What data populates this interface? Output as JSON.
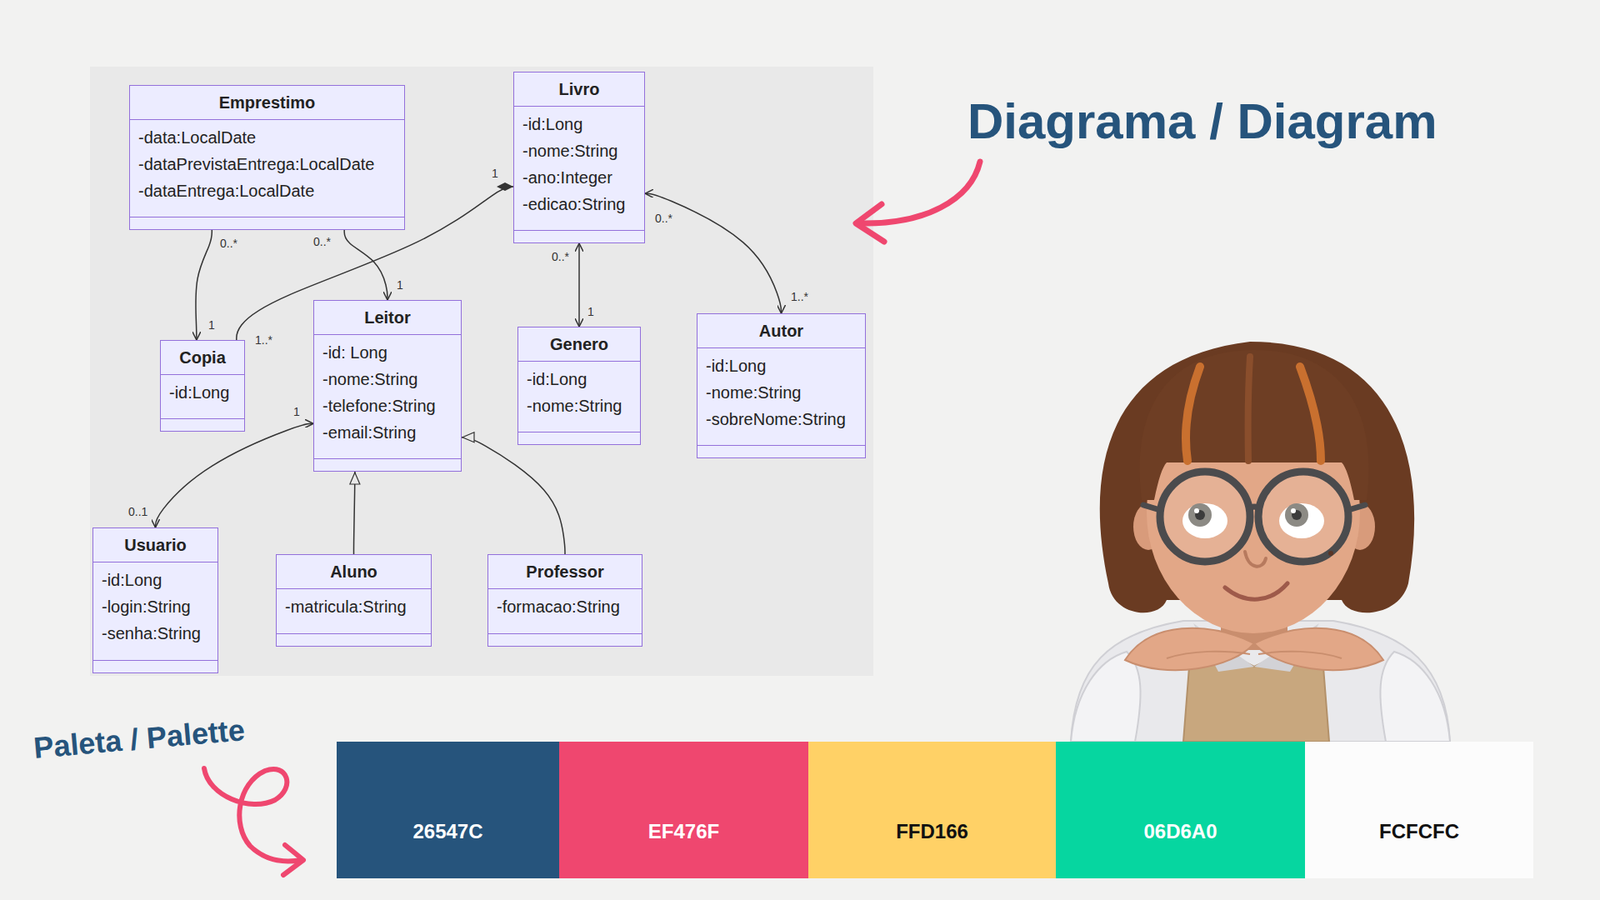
{
  "diagram": {
    "title": "Diagrama / Diagram",
    "nodes": [
      {
        "text": [
          "Emprestimo",
          "-data:LocalDate",
          "-dataPrevistaEntrega:LocalDate",
          "-dataEntrega:LocalDate"
        ]
      },
      {
        "text": [
          "Livro",
          "-id:Long",
          "-nome:String",
          "-ano:Integer",
          "-edicao:String"
        ]
      },
      {
        "text": [
          "Copia",
          "-id:Long"
        ]
      },
      {
        "text": [
          "Leitor",
          "-id: Long",
          "-nome:String",
          "-telefone:String",
          "-email:String"
        ]
      },
      {
        "text": [
          "Genero",
          "-id:Long",
          "-nome:String"
        ]
      },
      {
        "text": [
          "Autor",
          "-id:Long",
          "-nome:String",
          "-sobreNome:String"
        ]
      },
      {
        "text": [
          "Usuario",
          "-id:Long",
          "-login:String",
          "-senha:String"
        ]
      },
      {
        "text": [
          "Aluno",
          "-matricula:String"
        ]
      },
      {
        "text": [
          "Professor",
          "-formacao:String"
        ]
      }
    ],
    "edges": [
      {
        "from": 0,
        "to": 2,
        "arrow": "to"
      },
      {
        "from": 0,
        "to": 3,
        "arrow": "to"
      },
      {
        "from": 2,
        "to": 1,
        "arrow": "to"
      },
      {
        "from": 1,
        "to": 4,
        "arrow": "both"
      },
      {
        "from": 1,
        "to": 5,
        "arrow": "both"
      },
      {
        "from": 3,
        "to": 6,
        "arrow": "both"
      },
      {
        "from": 7,
        "to": 3,
        "arrow": "to"
      },
      {
        "from": 8,
        "to": 3,
        "arrow": "to"
      }
    ],
    "labels": [
      "0..*",
      "1",
      "0..*",
      "1",
      "1",
      "1..*",
      "0..*",
      "1",
      "0..*",
      "1..*",
      "1",
      "0..1",
      "Paleta / Palette"
    ],
    "legend": [
      {
        "text": "26547C",
        "color": "#26547C"
      },
      {
        "text": "EF476F",
        "color": "#EF476F"
      },
      {
        "text": "FFD166",
        "color": "#FFD166"
      },
      {
        "text": "06D6A0",
        "color": "#06D6A0"
      },
      {
        "text": "FCFCFC",
        "color": "#FCFCFC"
      }
    ]
  }
}
